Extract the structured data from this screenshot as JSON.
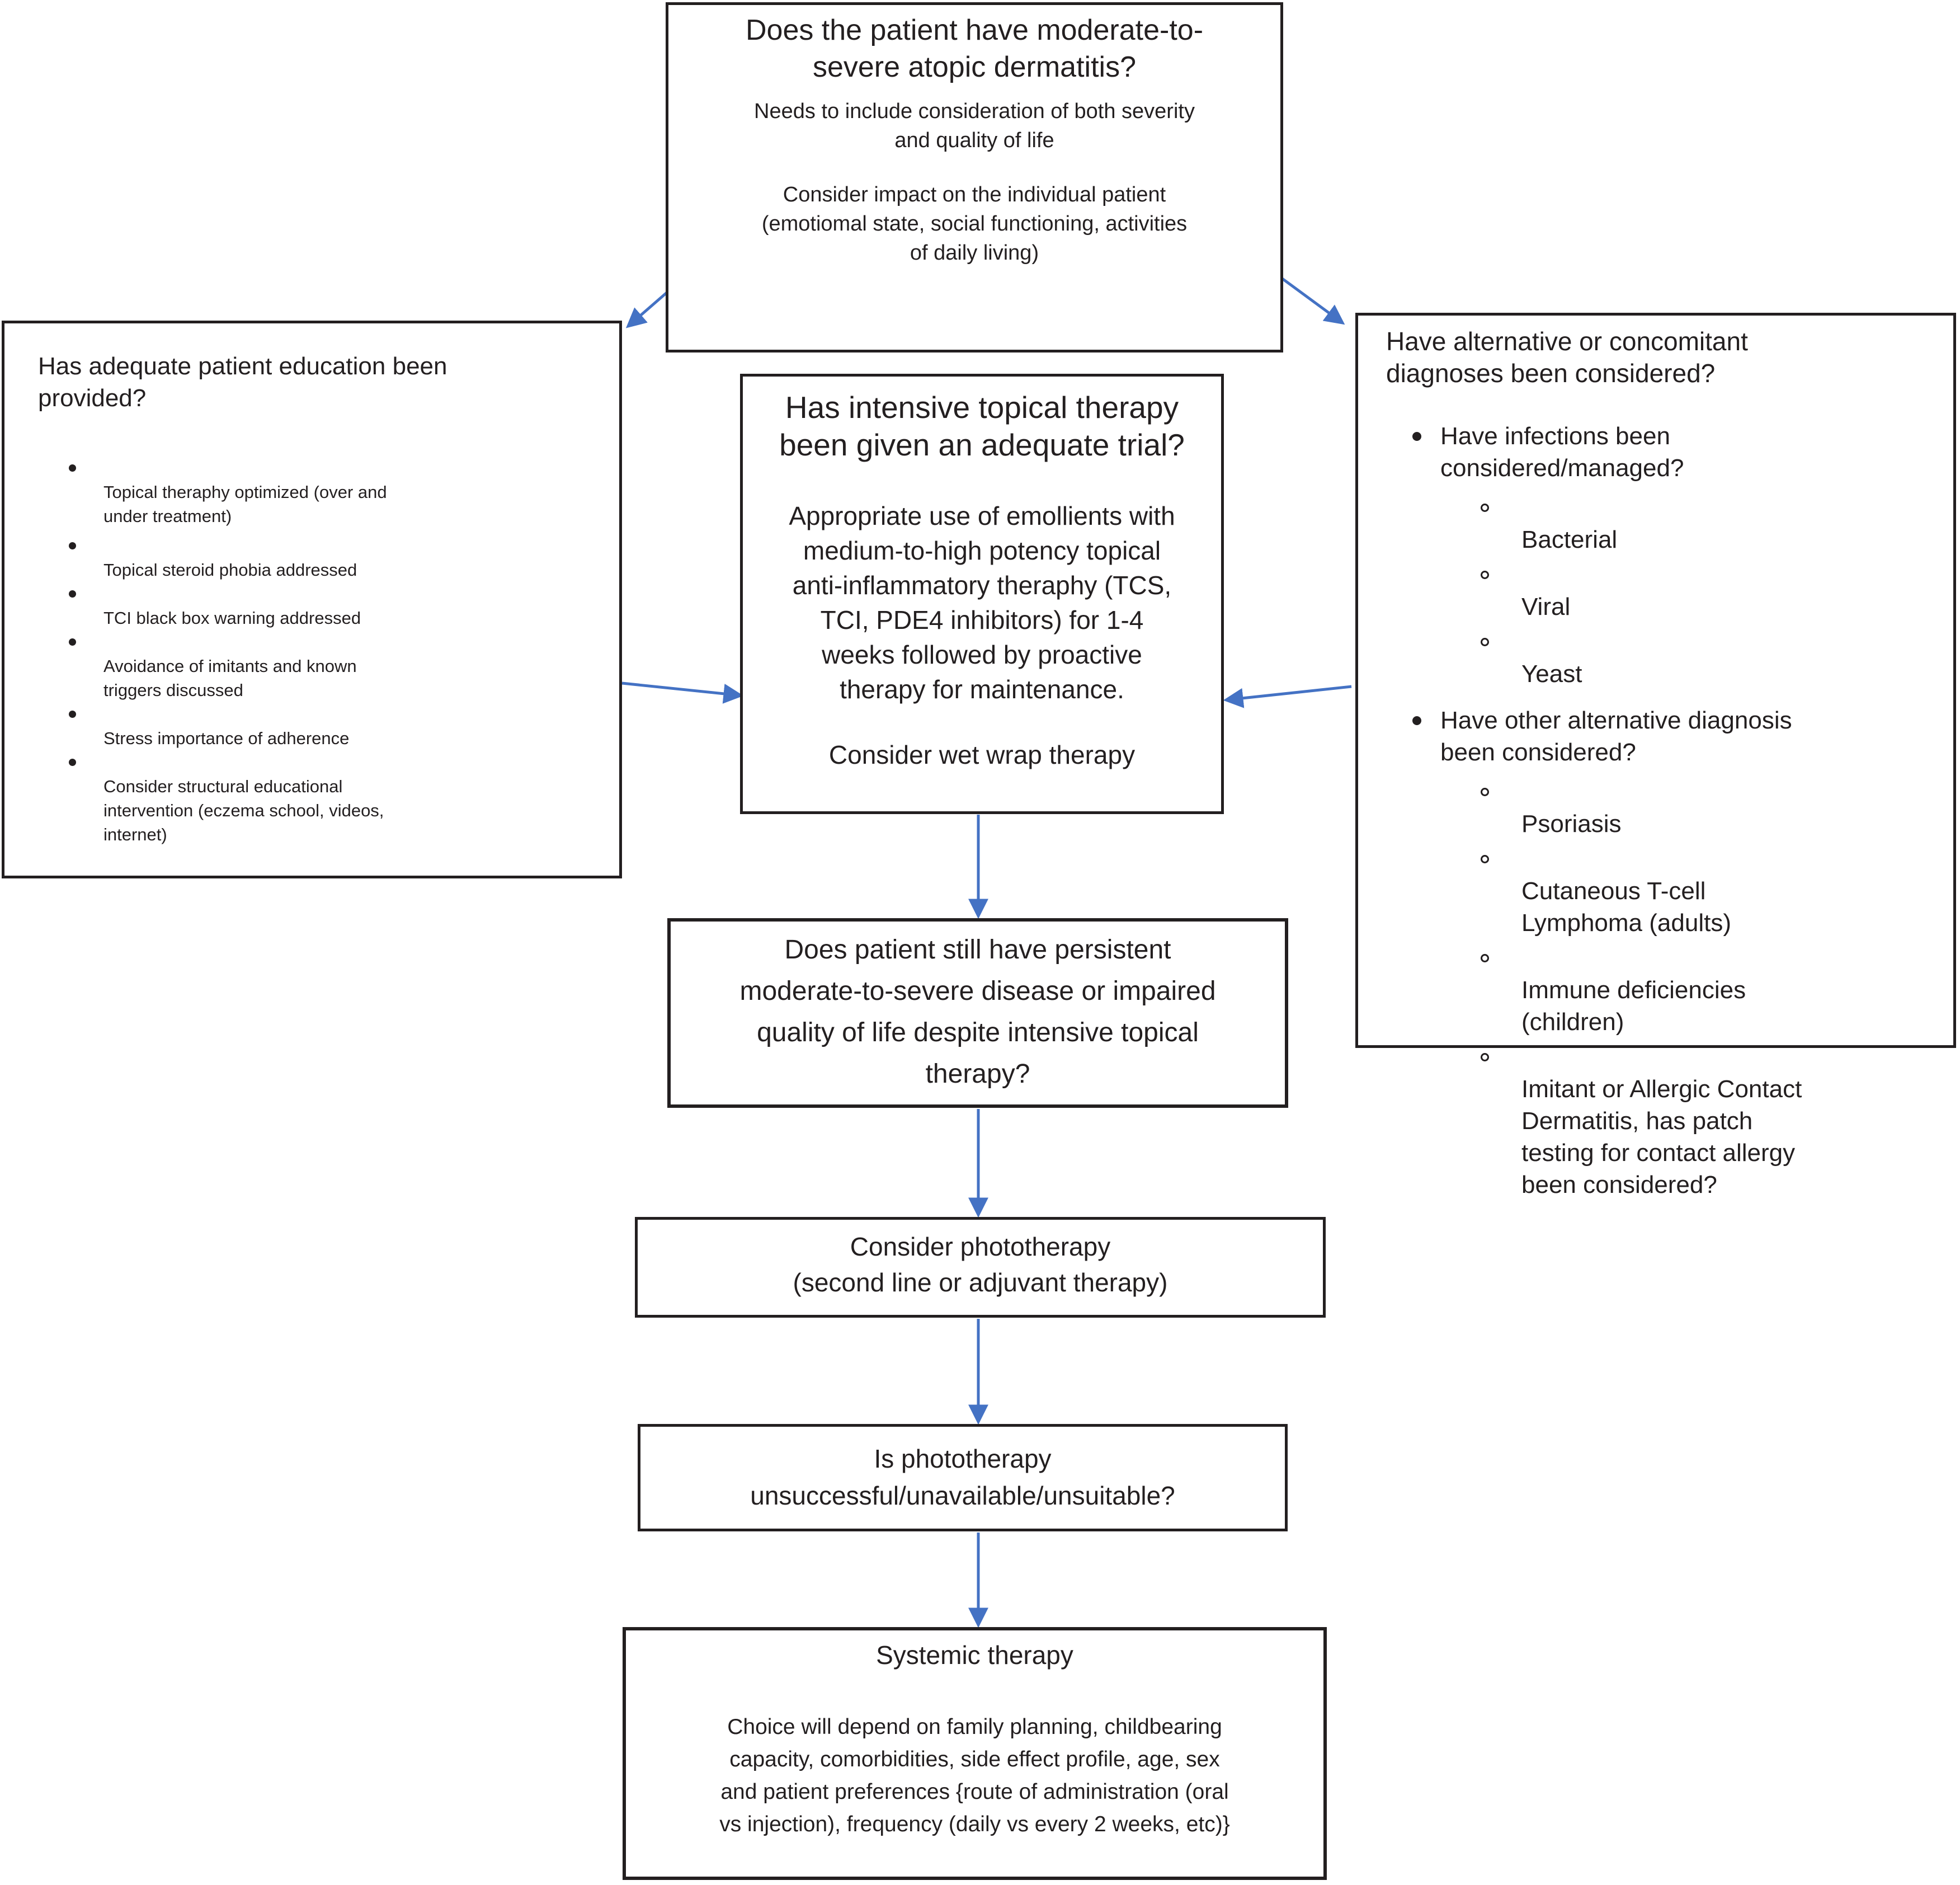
{
  "colors": {
    "background": "#ffffff",
    "ink": "#231f20",
    "arrow": "#4472c4"
  },
  "nodes": {
    "severity_question": {
      "title": "Does the patient have moderate-to-\nsevere atopic dermatitis?",
      "para1": "Needs to include consideration of both severity\nand quality of life",
      "para2": "Consider impact on the individual patient\n(emotiomal state, social functioning, activities\nof daily living)"
    },
    "patient_education": {
      "title": "Has adequate patient education been\nprovided?",
      "bullets": [
        "Topical theraphy optimized (over and\nunder treatment)",
        "Topical steroid phobia addressed",
        "TCI black box warning addressed",
        "Avoidance of imitants and known\ntriggers discussed",
        "Stress importance of adherence",
        "Consider structural educational\nintervention (eczema school, videos,\ninternet)"
      ]
    },
    "topical_trial": {
      "title": "Has intensive topical therapy\nbeen given an adequate trial?",
      "body": "Appropriate use of emollients with\nmedium-to-high potency topical\nanti-inflammatory theraphy (TCS,\nTCI, PDE4 inhibitors) for 1-4\nweeks followed by proactive\ntherapy for maintenance.",
      "note": "Consider wet wrap therapy"
    },
    "alternative_diagnoses": {
      "title": "Have alternative or concomitant\ndiagnoses been considered?",
      "items": [
        {
          "label": "Have infections been\nconsidered/managed?",
          "sub": [
            "Bacterial",
            "Viral",
            "Yeast"
          ]
        },
        {
          "label": "Have other alternative diagnosis\nbeen considered?",
          "sub": [
            "Psoriasis",
            "Cutaneous T-cell\nLymphoma (adults)",
            "Immune deficiencies\n(children)",
            "Imitant or Allergic Contact\nDermatitis, has patch\ntesting for contact allergy\nbeen considered?"
          ]
        }
      ]
    },
    "persistent_disease": {
      "text": "Does patient still have persistent\nmoderate-to-severe disease or impaired\nquality of life despite intensive topical\ntherapy?"
    },
    "phototherapy": {
      "text": "Consider phototherapy\n(second line or adjuvant therapy)"
    },
    "phototherapy_check": {
      "text": "Is phototherapy\nunsuccessful/unavailable/unsuitable?"
    },
    "systemic_therapy": {
      "title": "Systemic therapy",
      "body": "Choice will depend on family planning, childbearing\ncapacity, comorbidities, side effect profile, age, sex\nand patient preferences {route of administration (oral\nvs injection), frequency (daily vs every 2 weeks, etc)}"
    }
  }
}
